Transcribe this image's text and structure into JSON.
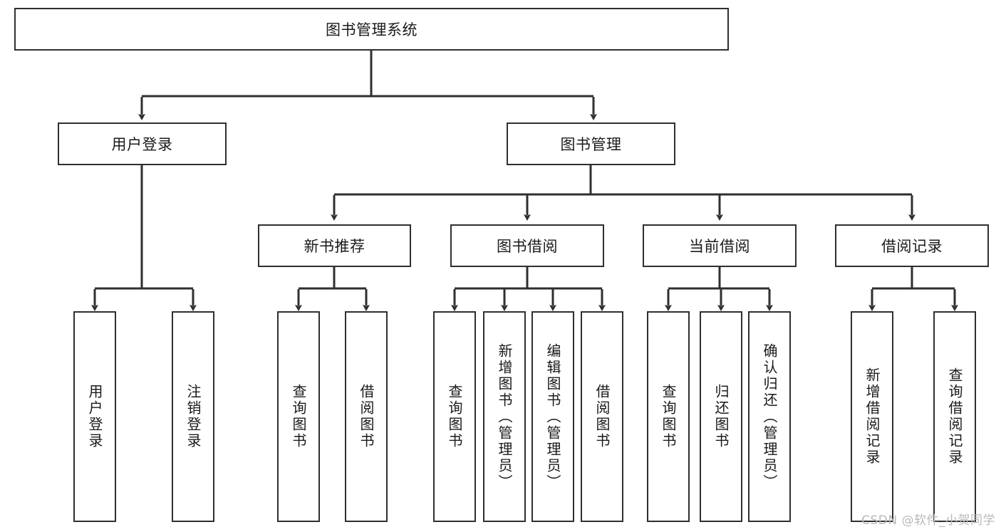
{
  "diagram": {
    "title": "图书管理系统",
    "type": "tree-hierarchy-diagram",
    "colors": {
      "box_border": "#2f2f2f",
      "box_fill": "#ffffff",
      "connector": "#2f2f2f",
      "watermark": "#b9b9b9"
    },
    "root": {
      "label": "图书管理系统"
    },
    "level1": [
      {
        "label": "用户登录"
      },
      {
        "label": "图书管理"
      }
    ],
    "level2": [
      {
        "label": "新书推荐"
      },
      {
        "label": "图书借阅"
      },
      {
        "label": "当前借阅"
      },
      {
        "label": "借阅记录"
      }
    ],
    "leaves": {
      "user_login": [
        {
          "label": "用户登录"
        },
        {
          "label": "注销登录"
        }
      ],
      "new_book_recommend": [
        {
          "label": "查询图书"
        },
        {
          "label": "借阅图书"
        }
      ],
      "book_borrow": [
        {
          "label": "查询图书"
        },
        {
          "label": "新增图书（管理员）"
        },
        {
          "label": "编辑图书（管理员）"
        },
        {
          "label": "借阅图书"
        }
      ],
      "current_borrow": [
        {
          "label": "查询图书"
        },
        {
          "label": "归还图书"
        },
        {
          "label": "确认归还（管理员）"
        }
      ],
      "borrow_record": [
        {
          "label": "新增借阅记录"
        },
        {
          "label": "查询借阅记录"
        }
      ]
    },
    "watermark": "CSDN @软件_小贺同学"
  }
}
